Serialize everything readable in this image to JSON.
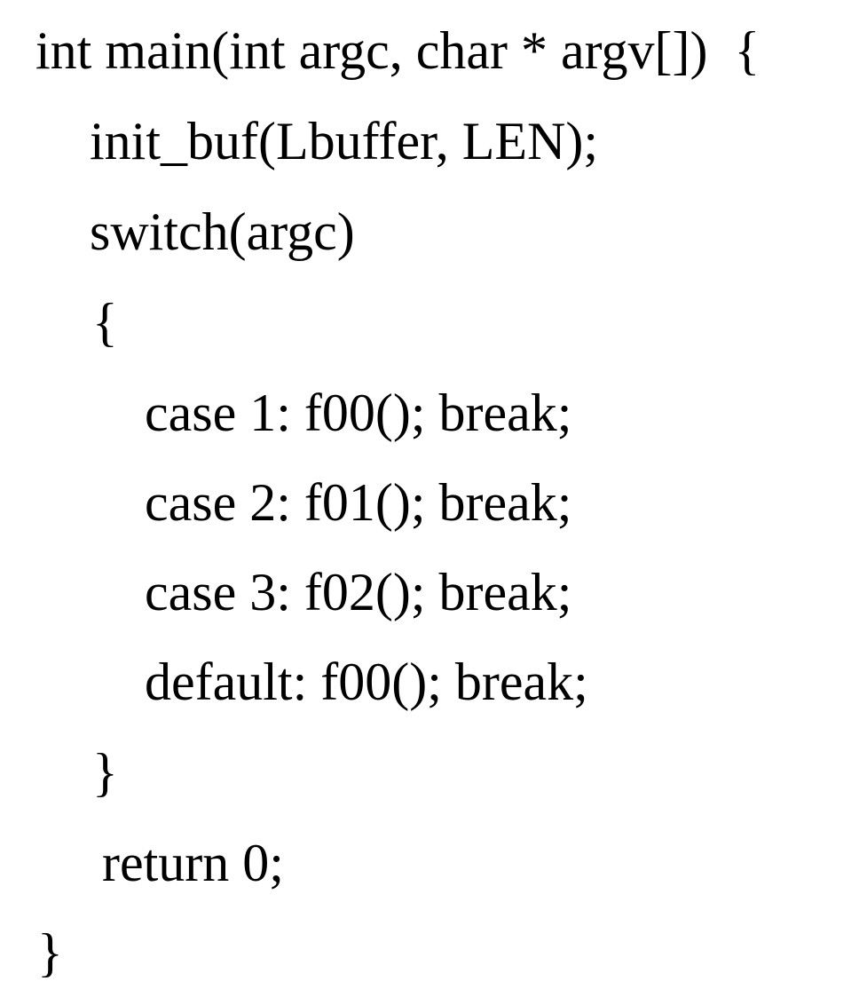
{
  "code": {
    "lines": [
      "int main(int argc, char * argv[])  {",
      "init_buf(Lbuffer, LEN);",
      "switch(argc)",
      "{",
      "case 1: f00(); break;",
      "case 2: f01(); break;",
      "case 3: f02(); break;",
      "default: f00(); break;",
      "}",
      "return 0;",
      "}"
    ]
  }
}
